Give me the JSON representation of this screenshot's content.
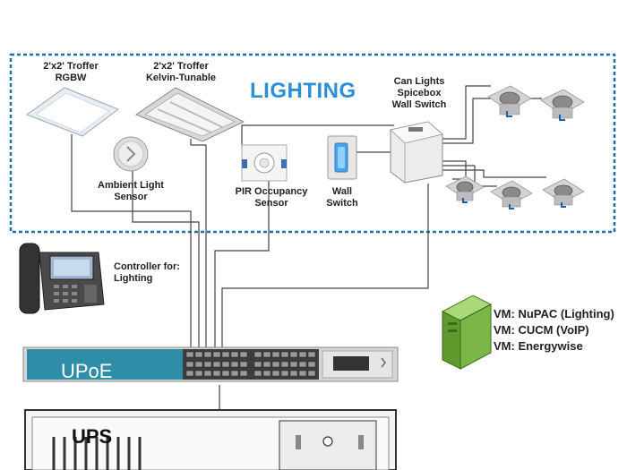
{
  "title": "LIGHTING",
  "labels": {
    "troffer_rgbw": [
      "2'x2' Troffer",
      "RGBW"
    ],
    "troffer_kelvin": [
      "2'x2' Troffer",
      "Kelvin-Tunable"
    ],
    "ambient_sensor": [
      "Ambient Light",
      "Sensor"
    ],
    "pir_sensor": [
      "PIR Occupancy",
      "Sensor"
    ],
    "wall_switch": [
      "Wall",
      "Switch"
    ],
    "can_lights": [
      "Can Lights",
      "Spicebox",
      "Wall Switch"
    ],
    "controller": [
      "Controller for:",
      "Lighting"
    ]
  },
  "vm_list": [
    "VM: NuPAC (Lighting)",
    "VM: CUCM (VoIP)",
    "VM: Energywise"
  ],
  "switch_label": "UPoE",
  "ups_label": "UPS",
  "colors": {
    "lighting_border": "#1a6fa8",
    "lighting_title": "#2a8fd6",
    "switch_body": "#2e8ea8",
    "server_green": "#7ab648"
  },
  "icons": [
    "troffer-rgbw-icon",
    "troffer-kelvin-icon",
    "ambient-sensor-icon",
    "pir-sensor-icon",
    "wall-switch-icon",
    "spicebox-icon",
    "can-light-icon",
    "ip-phone-icon",
    "server-icon",
    "network-switch-icon",
    "ups-icon"
  ]
}
